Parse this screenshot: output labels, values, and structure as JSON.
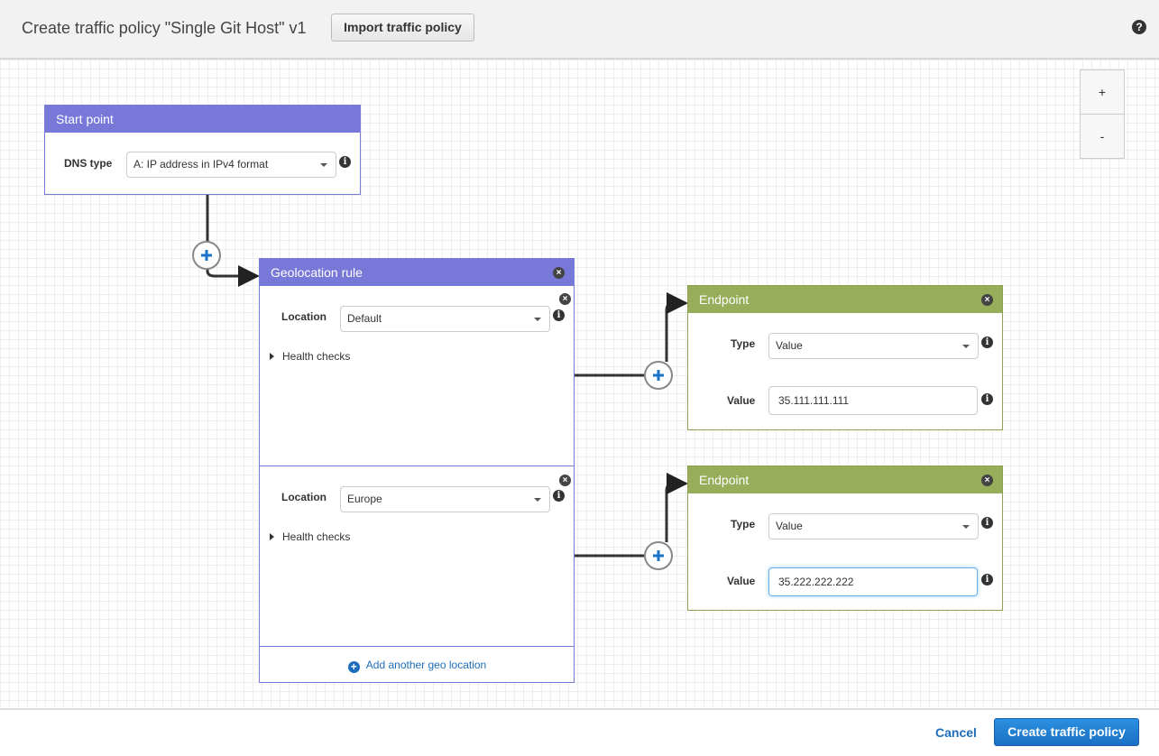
{
  "header": {
    "title": "Create traffic policy \"Single Git Host\" v1",
    "import_label": "Import traffic policy",
    "help_icon": "?"
  },
  "zoom": {
    "in": "+",
    "out": "-"
  },
  "start_point": {
    "title": "Start point",
    "dns_type_label": "DNS type",
    "dns_type_value": "A: IP address in IPv4 format"
  },
  "geo_rule": {
    "title": "Geolocation rule",
    "rules": [
      {
        "location_label": "Location",
        "location_value": "Default",
        "health_checks": "Health checks"
      },
      {
        "location_label": "Location",
        "location_value": "Europe",
        "health_checks": "Health checks"
      }
    ],
    "add_label": "Add another geo location"
  },
  "endpoints": [
    {
      "title": "Endpoint",
      "type_label": "Type",
      "type_value": "Value",
      "value_label": "Value",
      "value": "35.111.111.111"
    },
    {
      "title": "Endpoint",
      "type_label": "Type",
      "type_value": "Value",
      "value_label": "Value",
      "value": "35.222.222.222"
    }
  ],
  "footer": {
    "cancel": "Cancel",
    "create": "Create traffic policy"
  },
  "colors": {
    "rule_header": "#7878d8",
    "endpoint_header": "#97ad59",
    "primary": "#1a6fc4"
  }
}
